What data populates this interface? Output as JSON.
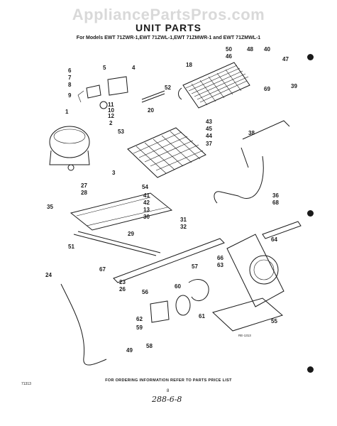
{
  "watermark": "AppliancePartsPros.com",
  "title": "UNIT PARTS",
  "subtitle": "For Models EWT 71ZWR-1,EWT 71ZWL-1,EWT 71ZMWR-1 and EWT 71ZMWL-1",
  "footer_note": "FOR ORDERING INFORMATION REFER TO PARTS PRICE LIST",
  "drawing_code": "71313",
  "page_number": "8",
  "handwritten_note": "288-6-8",
  "ref_code": "RE-1313",
  "callouts": [
    "50",
    "48",
    "40",
    "46",
    "47",
    "18",
    "5",
    "4",
    "6",
    "7",
    "8",
    "52",
    "9",
    "10",
    "11",
    "20",
    "1",
    "12",
    "69",
    "39",
    "43",
    "45",
    "44",
    "38",
    "37",
    "2",
    "53",
    "3",
    "54",
    "27",
    "28",
    "36",
    "41",
    "42",
    "68",
    "35",
    "13",
    "31",
    "30",
    "32",
    "29",
    "64",
    "51",
    "66",
    "63",
    "67",
    "24",
    "57",
    "23",
    "60",
    "26",
    "56",
    "62",
    "59",
    "61",
    "58",
    "55",
    "49"
  ]
}
